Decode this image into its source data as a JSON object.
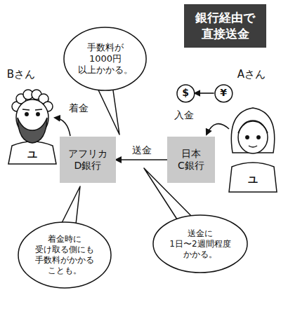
{
  "diagram": {
    "title": "銀行経由で 直接送金",
    "nodes": [
      {
        "text": [
          "手数料が 1000円 以上かかる。"
        ]
      },
      {
        "text": [
          "$"
        ]
      },
      {
        "text": [
          "¥"
        ]
      },
      {
        "text": [
          "アフリカ D銀行"
        ]
      },
      {
        "text": [
          "日本 C銀行"
        ]
      },
      {
        "text": [
          "着金時に 受け取る側にも 手数料がかかる ことも。"
        ]
      },
      {
        "text": [
          "送金に 1日〜2週間程度 かかる。"
        ]
      }
    ],
    "edges": [
      {
        "from": 2,
        "to": 1,
        "arrow": "to"
      },
      {
        "from": 4,
        "to": 3,
        "label": "送金",
        "arrow": "to"
      }
    ],
    "labels": [
      "Bさん",
      "着金",
      "Aさん",
      "入金",
      "ユ",
      "ユ"
    ]
  }
}
